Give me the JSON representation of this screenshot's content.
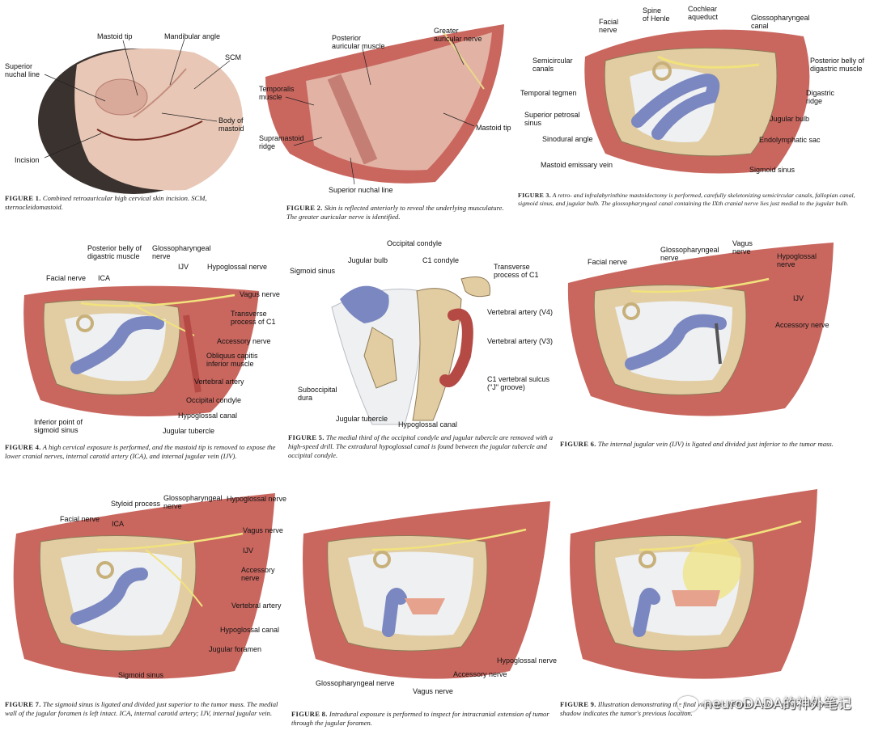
{
  "figures": [
    {
      "id": "f1",
      "fig_label": "FIGURE 1.",
      "caption": "Combined retroauricular high cervical skin incision. SCM, sternocleidomastoid.",
      "labels": [
        "Mastoid tip",
        "Mandibular angle",
        "SCM",
        "Superior\nnuchal line",
        "Body of\nmastoid",
        "Incision"
      ]
    },
    {
      "id": "f2",
      "fig_label": "FIGURE 2.",
      "caption": "Skin is reflected anteriorly to reveal the underlying musculature. The greater auricular nerve is identified.",
      "labels": [
        "Posterior\nauricular muscle",
        "Greater\nauricular nerve",
        "Temporalis\nmuscle",
        "Mastoid tip",
        "Supramastoid\nridge",
        "Superior nuchal line"
      ]
    },
    {
      "id": "f3",
      "fig_label": "FIGURE 3.",
      "caption": "A retro- and infralabyrinthine mastoidectomy is performed, carefully skeletonizing semicircular canals, fallopian canal, sigmoid sinus, and jugular bulb. The glossopharyngeal canal containing the IXth cranial nerve lies just medial to the jugular bulb.",
      "labels": [
        "Facial\nnerve",
        "Spine\nof Henle",
        "Cochlear\naqueduct",
        "Glossopharyngeal\ncanal",
        "Semicircular\ncanals",
        "Posterior belly of\ndigastric muscle",
        "Temporal tegmen",
        "Digastric\nridge",
        "Superior petrosal\nsinus",
        "Jugular bulb",
        "Sinodural angle",
        "Endolymphatic sac",
        "Mastoid emissary vein",
        "Sigmoid sinus"
      ]
    },
    {
      "id": "f4",
      "fig_label": "FIGURE 4.",
      "caption": "A high cervical exposure is performed, and the mastoid tip is removed to expose the lower cranial nerves, internal carotid artery (ICA), and internal jugular vein (IJV).",
      "labels": [
        "Posterior belly of\ndigastric muscle",
        "Glossopharyngeal\nnerve",
        "IJV",
        "Hypoglossal nerve",
        "Facial nerve",
        "ICA",
        "Vagus nerve",
        "Transverse\nprocess of C1",
        "Accessory nerve",
        "Obliquus capitis\ninferior muscle",
        "Vertebral artery",
        "Occipital condyle",
        "Hypoglossal canal",
        "Jugular tubercle",
        "Inferior point of\nsigmoid sinus"
      ]
    },
    {
      "id": "f5",
      "fig_label": "FIGURE 5.",
      "caption": "The medial third of the occipital condyle and jugular tubercle are removed with a high-speed drill. The extradural hypoglossal canal is found between the jugular tubercle and occipital condyle.",
      "labels": [
        "Occipital condyle",
        "Jugular bulb",
        "C1 condyle",
        "Sigmoid sinus",
        "Transverse\nprocess of C1",
        "Vertebral artery (V4)",
        "Vertebral artery (V3)",
        "Suboccipital\ndura",
        "C1 vertebral sulcus\n(\"J\" groove)",
        "Jugular tubercle",
        "Hypoglossal canal"
      ]
    },
    {
      "id": "f6",
      "fig_label": "FIGURE 6.",
      "caption": "The internal jugular vein (IJV) is ligated and divided just inferior to the tumor mass.",
      "labels": [
        "Glossopharyngeal\nnerve",
        "Vagus\nnerve",
        "Hypoglossal\nnerve",
        "Facial nerve",
        "IJV",
        "Accessory nerve"
      ]
    },
    {
      "id": "f7",
      "fig_label": "FIGURE 7.",
      "caption": "The sigmoid sinus is ligated and divided just superior to the tumor mass. The medial wall of the jugular foramen is left intact. ICA, internal carotid artery; IJV, internal jugular vein.",
      "labels": [
        "Styloid process",
        "Glossopharyngeal\nnerve",
        "Hypoglossal nerve",
        "Facial nerve",
        "ICA",
        "Vagus nerve",
        "IJV",
        "Accessory\nnerve",
        "Vertebral artery",
        "Hypoglossal canal",
        "Jugular foramen",
        "Sigmoid sinus"
      ]
    },
    {
      "id": "f8",
      "fig_label": "FIGURE 8.",
      "caption": "Intradural exposure is performed to inspect for intracranial extension of tumor through the jugular foramen.",
      "labels": [
        "Hypoglossal nerve",
        "Accessory nerve",
        "Glossopharyngeal nerve",
        "Vagus nerve"
      ]
    },
    {
      "id": "f9",
      "fig_label": "FIGURE 9.",
      "caption": "Illustration demonstrating the final view after the tumor has been removed. The yellow shadow indicates the tumor's previous location.",
      "labels": []
    }
  ],
  "watermark": "neuroDADA的神外笔记",
  "colors": {
    "skin": "#e8c7b6",
    "muscle": "#c9675f",
    "bone": "#e2cda3",
    "sinus": "#7b87c0",
    "nerve": "#f1e27c",
    "dura": "#eef0f2"
  }
}
